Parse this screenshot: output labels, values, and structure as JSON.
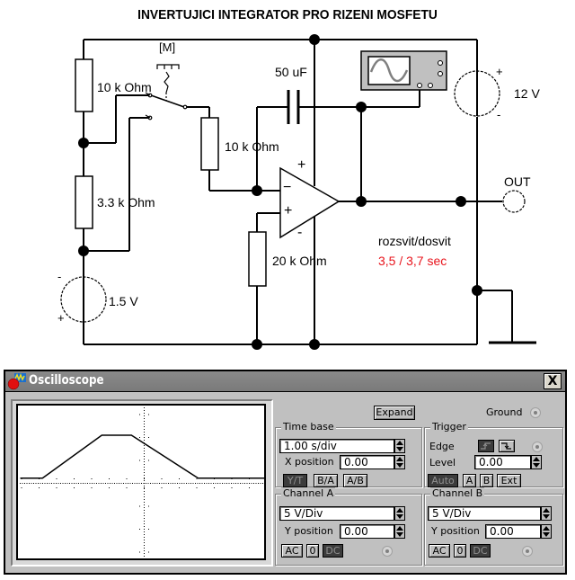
{
  "schematic": {
    "title": "INVERTUJICI  INTEGRATOR PRO RIZENI MOSFETU",
    "components": {
      "r_top": "10 k Ohm",
      "r_bottom": "3.3 k Ohm",
      "r_input": "10 k Ohm",
      "r_plus": "20 k Ohm",
      "capacitor": "50 uF",
      "battery": "1.5 V",
      "supply": "12 V",
      "switch_key": "[M]",
      "output": "OUT"
    },
    "polarity": {
      "supply_plus": "+",
      "supply_minus": "-",
      "battery_plus": "+",
      "battery_minus": "-",
      "opamp_vplus": "+",
      "opamp_vminus": "-",
      "opamp_in_minus": "−",
      "opamp_in_plus": "+"
    },
    "note_label": "rozsvit/dosvit",
    "note_value": "3,5 / 3,7 sec",
    "note_color": "#e8141c"
  },
  "oscilloscope": {
    "title": "Oscilloscope",
    "close_label": "X",
    "expand_label": "Expand",
    "ground_label": "Ground",
    "timebase": {
      "title": "Time base",
      "value": "1.00 s/div",
      "xpos_label": "X position",
      "xpos_value": "0.00",
      "modes": [
        "Y/T",
        "B/A",
        "A/B"
      ],
      "active_mode": "Y/T"
    },
    "trigger": {
      "title": "Trigger",
      "edge_label": "Edge",
      "level_label": "Level",
      "level_value": "0.00",
      "sources": [
        "Auto",
        "A",
        "B",
        "Ext"
      ],
      "active_source": "Auto",
      "edge_rising_icon": "rising-edge-icon",
      "edge_falling_icon": "falling-edge-icon",
      "active_edge": "rising"
    },
    "channel_a": {
      "title": "Channel A",
      "scale": "5 V/Div",
      "ypos_label": "Y position",
      "ypos_value": "0.00",
      "coupling": [
        "AC",
        "0",
        "DC"
      ],
      "active_coupling": "DC"
    },
    "channel_b": {
      "title": "Channel B",
      "scale": "5 V/Div",
      "ypos_label": "Y position",
      "ypos_value": "0.00",
      "coupling": [
        "AC",
        "0",
        "DC"
      ],
      "active_coupling": "DC"
    },
    "trace": {
      "description": "trapezoid waveform, channel A",
      "time_div": 1.0,
      "volts_div": 5,
      "points_div": [
        [
          -5.0,
          0.2
        ],
        [
          -4.1,
          0.2
        ],
        [
          -1.7,
          2.0
        ],
        [
          -0.5,
          2.0
        ],
        [
          2.2,
          0.2
        ],
        [
          5.0,
          0.2
        ]
      ]
    }
  }
}
